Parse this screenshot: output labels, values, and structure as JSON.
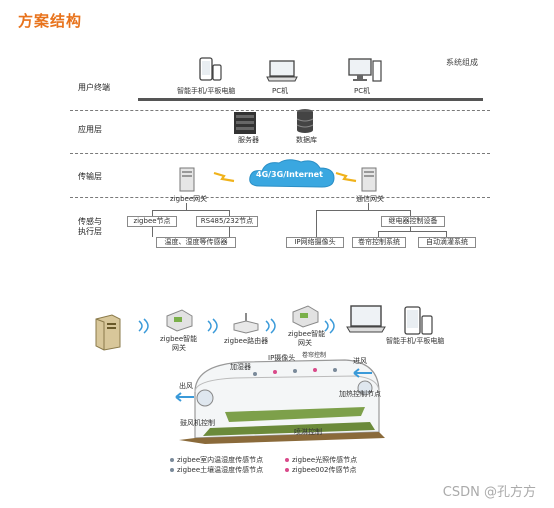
{
  "title": "方案结构",
  "subtitle": "系统组成",
  "layers": {
    "user": "用户终端",
    "app": "应用层",
    "transport": "传输层",
    "sensing_line1": "传感与",
    "sensing_line2": "执行层"
  },
  "devices": {
    "phone": "智能手机/平板电脑",
    "pc1": "PC机",
    "pc2": "PC机",
    "server": "服务器",
    "database": "数据库",
    "cloud": "4G/3G/Internet",
    "zigbee_gw": "zigbee网关",
    "comm_gw": "通信网关"
  },
  "sensing_boxes": {
    "zigbee_node": "zigbee节点",
    "rs485": "RS485/232节点",
    "sensors": "温度、湿度等传感器",
    "relay": "继电器控制设备",
    "ip_cam": "IP网络摄像头",
    "curtain": "卷帘控制系统",
    "irrigation": "自动滴灌系统"
  },
  "scene": {
    "gw1_line1": "zigbee智能",
    "gw1_line2": "网关",
    "router": "zigbee路由器",
    "gw2_line1": "zigbee智能",
    "gw2_line2": "网关",
    "curtain_ctrl": "卷帘控制",
    "phone": "智能手机/平板电脑",
    "humidifier": "加湿器",
    "ip_camera": "IP摄像头",
    "inlet": "进风",
    "outlet": "出风",
    "heater": "加热控制节点",
    "fan": "鼓风机控制",
    "spray": "喷淋控制"
  },
  "legend": [
    {
      "text": "zigbee室内温湿度传感节点",
      "color": "#7a8a9a"
    },
    {
      "text": "zigbee光照传感节点",
      "color": "#d94a8a"
    },
    {
      "text": "zigbee土壤温湿度传感节点",
      "color": "#7a8a9a"
    },
    {
      "text": "zigbee002传感节点",
      "color": "#d94a8a"
    }
  ],
  "watermark": "CSDN @孔方方",
  "colors": {
    "title": "#e8731c",
    "cloud": "#3aa7e0",
    "signal": "#f0b21a",
    "wifi": "#3a9ad9"
  }
}
